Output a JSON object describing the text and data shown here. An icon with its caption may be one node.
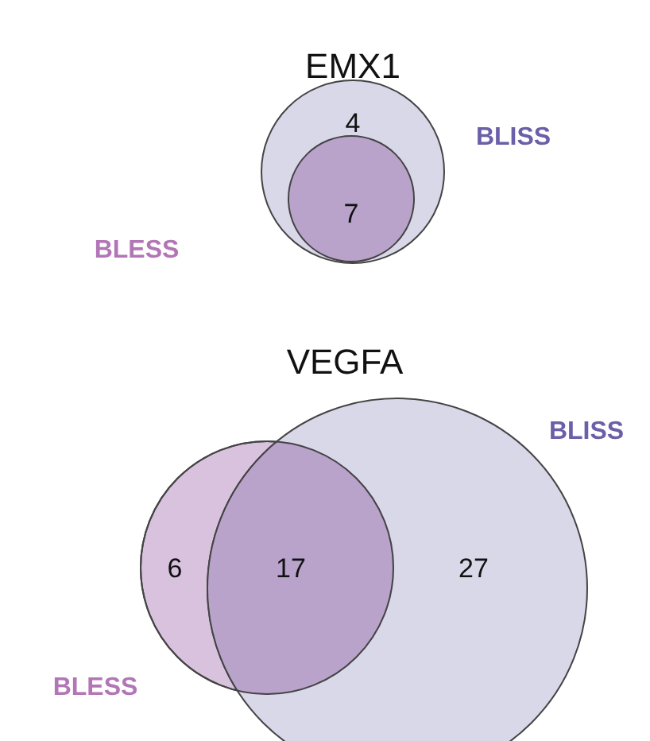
{
  "diagram": {
    "nodes": [
      {
        "text": [
          "4"
        ],
        "beside": [
          "BLISS"
        ]
      },
      {
        "text": [
          "7"
        ],
        "in": 0
      },
      {
        "text": [
          "6"
        ],
        "beside": [
          "BLESS"
        ]
      },
      {
        "text": [
          "27"
        ],
        "beside": [
          "BLISS"
        ]
      }
    ],
    "labels": [
      "EMX1",
      "BLESS",
      "VEGFA",
      "17"
    ]
  }
}
